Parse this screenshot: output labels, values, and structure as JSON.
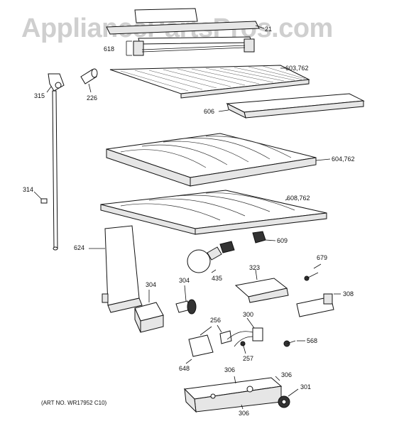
{
  "watermark": "AppliancePartsPros.com",
  "art_number": "(ART NO. WR17952 C10)",
  "callouts": {
    "c21": "21",
    "c618": "618",
    "c603": "603,762",
    "c315": "315",
    "c226": "226",
    "c606": "606",
    "c604": "604,762",
    "c314": "314",
    "c608": "608,762",
    "c609": "609",
    "c624": "624",
    "c435": "435",
    "c679": "679",
    "c323": "323",
    "c308": "308",
    "c304a": "304",
    "c304b": "304",
    "c256": "256",
    "c300": "300",
    "c568": "568",
    "c257": "257",
    "c648": "648",
    "c306a": "306",
    "c306b": "306",
    "c306c": "306",
    "c301": "301"
  }
}
